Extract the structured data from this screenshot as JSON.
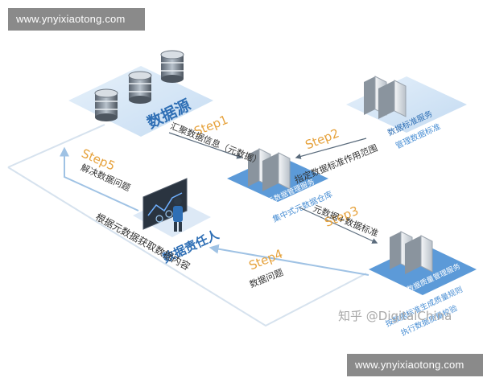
{
  "watermarks": {
    "top": "www.ynyixiaotong.com",
    "bottom": "www.ynyixiaotong.com"
  },
  "nodes": {
    "source": "数据源",
    "center_top": "元数据管理服务",
    "center_bottom": "集中式元数据仓库",
    "standard_top": "数据标准服务",
    "standard_bottom": "管理数据标准",
    "quality_line1": "数据质量管理服务",
    "quality_line2": "按数据标准生成质量规则",
    "quality_line3": "执行数据质量校验",
    "owner": "数据责任人"
  },
  "steps": {
    "step1": {
      "label": "Step1",
      "desc": "汇聚数据信息（元数据）"
    },
    "step2": {
      "label": "Step2",
      "desc": "指定数据标准作用范围"
    },
    "step3": {
      "label": "Step3",
      "desc": "元数据+数据标准"
    },
    "step4": {
      "label": "Step4",
      "desc": "数据问题"
    },
    "step5": {
      "label": "Step5",
      "desc": "解决数据问题"
    }
  },
  "side_note": "根据元数据获取数据内容",
  "credit": "知乎 @DigitalChina",
  "colors": {
    "step_label": "#e6a23c",
    "panel": "#4a8fd4",
    "panel_text": "#ffffff",
    "flow_arrow": "#9fc2e4",
    "text_dark": "#333333"
  }
}
